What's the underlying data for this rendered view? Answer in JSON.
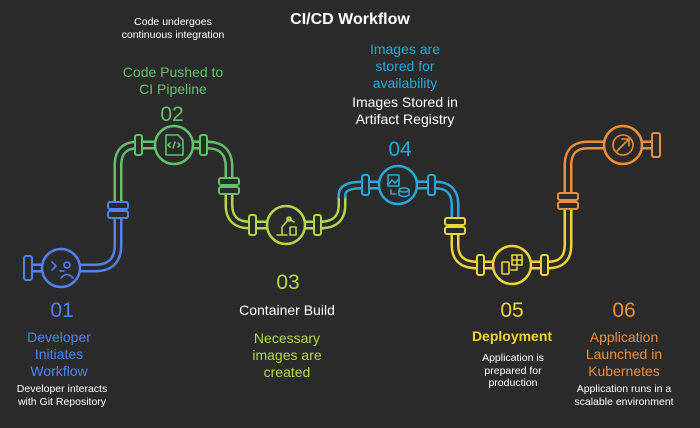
{
  "title": "CI/CD Workflow",
  "colors": {
    "background": "#2b2b2b",
    "step1": "#4f84f5",
    "step2": "#62c26b",
    "step3": "#b3d94a",
    "step4": "#27a8d9",
    "step5": "#f0d43a",
    "step6": "#ef8f38"
  },
  "steps": [
    {
      "number": "01",
      "heading": "Developer Initiates Workflow",
      "description": "Developer interacts with Git Repository",
      "icon": "code-developer-icon"
    },
    {
      "number": "02",
      "heading": "Code Pushed to CI Pipeline",
      "description": "Code undergoes continuous integration",
      "icon": "code-file-icon"
    },
    {
      "number": "03",
      "heading": "Container Build",
      "description": "Necessary images are created",
      "icon": "robot-arm-icon"
    },
    {
      "number": "04",
      "heading": "Images Stored in Artifact Registry",
      "description": "Images are stored for availability",
      "icon": "image-storage-icon"
    },
    {
      "number": "05",
      "heading": "Deployment",
      "description": "Application is prepared for production",
      "icon": "deployment-icon"
    },
    {
      "number": "06",
      "heading": "Application Launched in Kubernetes",
      "description": "Application runs in a scalable environment",
      "icon": "kubernetes-icon"
    }
  ]
}
